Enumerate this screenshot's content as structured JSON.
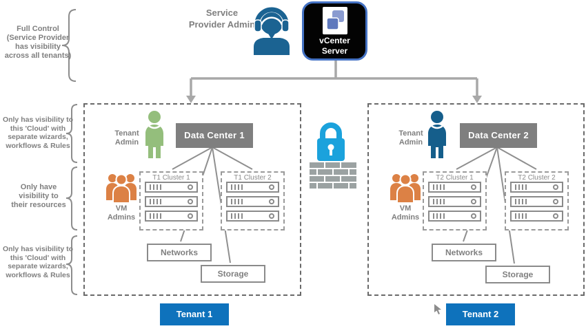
{
  "header": {
    "service_provider_admin_label": "Service Provider Admin",
    "vcenter_server_label": "vCenter Server"
  },
  "left_rail": {
    "full_control": "Full Control (Service Provider has visibility across all tenants)",
    "tenant_cloud_visibility_top": "Only has visibility to this 'Cloud' with separate wizards, workflows & Rules",
    "vm_admin_visibility": "Only have visibility to their resources",
    "tenant_cloud_visibility_bottom": "Only has visibility to this 'Cloud' with separate wizards, workflows & Rules"
  },
  "tenants": [
    {
      "button_label": "Tenant 1",
      "admin_label": "Tenant Admin",
      "vm_admins_label": "VM Admins",
      "data_center_label": "Data Center 1",
      "clusters": [
        "T1 Cluster 1",
        "T1 Cluster 2"
      ],
      "networks_label": "Networks",
      "storage_label": "Storage"
    },
    {
      "button_label": "Tenant 2",
      "admin_label": "Tenant Admin",
      "vm_admins_label": "VM Admins",
      "data_center_label": "Data Center 2",
      "clusters": [
        "T2 Cluster 1",
        "T2 Cluster 2"
      ],
      "networks_label": "Networks",
      "storage_label": "Storage"
    }
  ],
  "icons": {
    "headset_admin": "support-admin-icon",
    "vcenter_logo": "vsphere-logo-icon",
    "tenant_admin_person": "person-icon",
    "vm_admins_group": "people-group-icon",
    "lock": "lock-icon",
    "firewall": "firewall-brick-icon",
    "server": "server-icon",
    "cursor": "mouse-cursor-icon"
  },
  "colors": {
    "tenant_button_blue": "#0E72BC",
    "lock_blue": "#1BA2DC",
    "vcenter_border_blue": "#4472C4",
    "service_admin_blue": "#1B6392",
    "tenant1_admin_green": "#94BE7C",
    "tenant2_admin_blue": "#155E8B",
    "vm_admins_orange": "#DC8145",
    "datacenter_gray": "#7F7F7F",
    "connector_gray": "#A8A8A8"
  }
}
